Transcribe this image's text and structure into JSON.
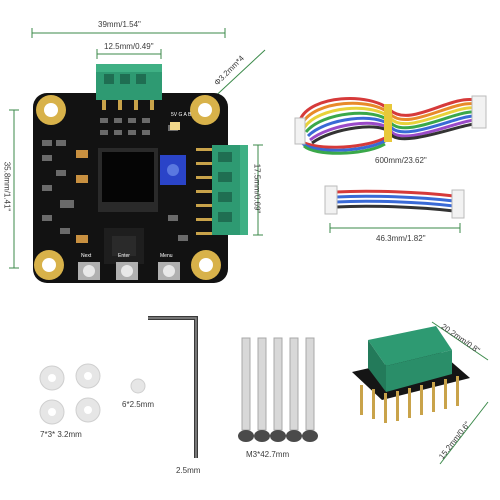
{
  "labels": {
    "board_width": "39mm/1.54\"",
    "connector_width": "12.5mm/0.49\"",
    "hole_diameter": "Φ3.2mm*4",
    "board_height": "35.8mm/1.41\"",
    "right_connector_height": "17.5mm/0.69\"",
    "long_cable_length": "600mm/23.62\"",
    "short_cable_length": "46.3mm/1.82\"",
    "washer_size": "7*3* 3.2mm",
    "spacer_size": "6*2.5mm",
    "hex_key_size": "2.5mm",
    "screw_size": "M3*42.7mm",
    "adapter_width": "20.2mm/0.8\"",
    "adapter_depth": "15.2mm/0.6\""
  },
  "board_silkscreen": {
    "top_text": "5V G A B",
    "button_1": "Next",
    "button_2": "Enter",
    "button_3": "Menu"
  },
  "colors": {
    "pcb": "#121212",
    "terminal_green": "#2e9a72",
    "gold_pad": "#d8b24a",
    "cable_wires": [
      "#d63a3a",
      "#e88a2a",
      "#e8d23a",
      "#3aa84a",
      "#3a6ad6",
      "#9a4ac8",
      "#333333",
      "#ffffff"
    ]
  }
}
